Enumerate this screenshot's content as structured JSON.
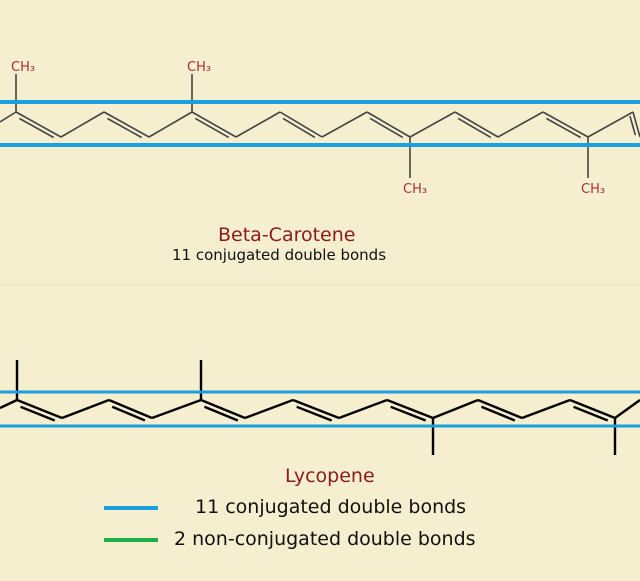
{
  "beta_carotene": {
    "title": "Beta-Carotene",
    "subtitle": "11 conjugated double  bonds",
    "methyl_label": "CH₃"
  },
  "lycopene": {
    "title": "Lycopene"
  },
  "legend": [
    {
      "label": "11 conjugated double bonds",
      "color": "#1aa0e0"
    },
    {
      "label": "2 non-conjugated double bonds",
      "color": "#1db04a"
    }
  ],
  "colors": {
    "background": "#f5eecf",
    "title": "#8b1a1a",
    "bond": "#333333"
  }
}
